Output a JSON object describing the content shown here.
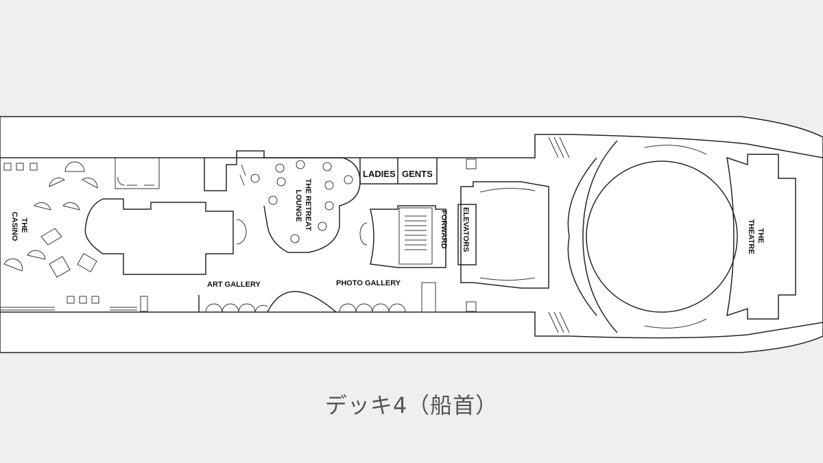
{
  "caption": "デッキ4（船首）",
  "labels": {
    "casino": [
      "THE",
      "CASINO"
    ],
    "retreat": [
      "THE RETREAT",
      "LOUNGE"
    ],
    "ladies": "LADIES",
    "gents": "GENTS",
    "forward": "FORWARD",
    "elevators": "ELEVATORS",
    "theatre": [
      "THE",
      "THEATRE"
    ],
    "art_gallery": "ART GALLERY",
    "photo_gallery": "PHOTO GALLERY"
  }
}
